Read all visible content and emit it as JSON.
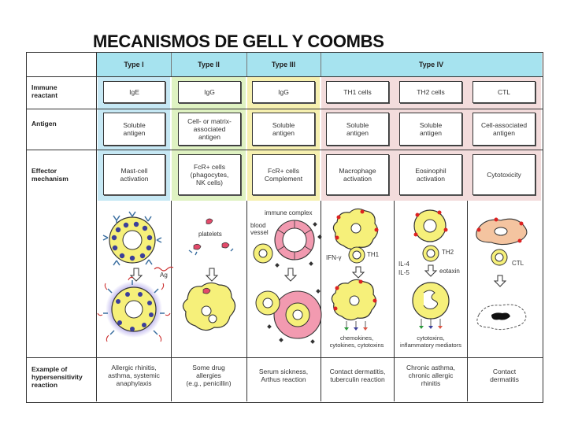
{
  "title": "MECANISMOS DE GELL Y COOMBS",
  "headers": [
    "Type I",
    "Type II",
    "Type III",
    "Type IV"
  ],
  "row_labels": {
    "immune": [
      "Immune",
      "reactant"
    ],
    "antigen": [
      "Antigen"
    ],
    "effector": [
      "Effector",
      "mechanism"
    ],
    "example": [
      "Example of",
      "hypersensitivity",
      "reaction"
    ]
  },
  "immune": [
    "IgE",
    "IgG",
    "IgG",
    "TH1 cells",
    "TH2 cells",
    "CTL"
  ],
  "antigen": [
    [
      "Soluble",
      "antigen"
    ],
    [
      "Cell- or matrix-",
      "associated",
      "antigen"
    ],
    [
      "Soluble",
      "antigen"
    ],
    [
      "Soluble",
      "antigen"
    ],
    [
      "Soluble",
      "antigen"
    ],
    [
      "Cell-associated",
      "antigen"
    ]
  ],
  "effector": [
    [
      "Mast-cell",
      "activation"
    ],
    [
      "FcR+ cells",
      "(phagocytes,",
      "NK cells)"
    ],
    [
      "FcR+ cells",
      "Complement"
    ],
    [
      "Macrophage",
      "activation"
    ],
    [
      "Eosinophil",
      "activation"
    ],
    [
      "Cytotoxicity"
    ]
  ],
  "example": [
    [
      "Allergic rhinitis,",
      "asthma, systemic",
      "anaphylaxis"
    ],
    [
      "Some drug",
      "allergies",
      "(e.g., penicillin)"
    ],
    [
      "Serum sickness,",
      "Arthus reaction"
    ],
    [
      "Contact dermatitis,",
      "tuberculin reaction"
    ],
    [
      "Chronic asthma,",
      "chronic allergic",
      "rhinitis"
    ],
    [
      "Contact",
      "dermatitis"
    ]
  ],
  "illustration_labels": {
    "ag": "Ag",
    "platelets": "platelets",
    "immune_complex": "immune complex",
    "blood_vessel": [
      "blood",
      "vessel"
    ],
    "ifn": "IFN-γ",
    "th1": "TH1",
    "th2": "TH2",
    "il4": "IL-4",
    "il5": "IL-5",
    "eotaxin": "eotaxin",
    "ctl": "CTL",
    "chemokines": [
      "chemokines,",
      "cytokines, cytotoxins"
    ],
    "cytotoxins": [
      "cytotoxins,",
      "inflammatory mediators"
    ]
  },
  "colors": {
    "header_bg": "#a6e3ef",
    "type1": "#c6e8f4",
    "type2": "#dff2c2",
    "type3": "#f6f0b0",
    "type4": "#f3dcdc",
    "cell_fill": "#f6f07a",
    "vessel": "#f29ab0",
    "red_dot": "#dd2222",
    "nucleus": "#3b3f9a"
  }
}
